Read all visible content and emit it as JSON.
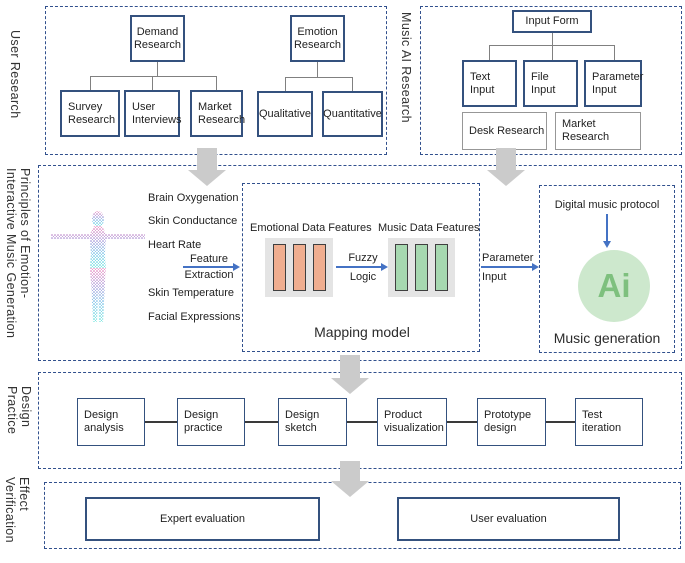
{
  "sections": {
    "user_research": {
      "label": "User Research",
      "demand": {
        "root": "Demand Research",
        "children": [
          "Survey Research",
          "User Interviews",
          "Market Research"
        ]
      },
      "emotion": {
        "root": "Emotion Research",
        "children": [
          "Qualitative",
          "Quantitative"
        ]
      }
    },
    "music_ai": {
      "label": "Music AI Research",
      "input_form": "Input Form",
      "inputs": [
        "Text Input",
        "File Input",
        "Parameter Input"
      ],
      "research_boxes": [
        "Desk Research",
        "Market Research"
      ]
    },
    "principles": {
      "label_lines": [
        "Principles of Emotion-",
        "Interactive Music Generation"
      ],
      "biometrics": [
        "Brain Oxygenation",
        "Skin Conductance",
        "Heart Rate",
        "Skin Temperature",
        "Facial Expressions"
      ],
      "feature_extraction": {
        "line1": "Feature",
        "line2": "Extraction"
      },
      "mapping": {
        "title": "Mapping model",
        "left_label": "Emotional Data Features",
        "right_label": "Music Data Features",
        "fuzzy": {
          "line1": "Fuzzy",
          "line2": "Logic"
        }
      },
      "parameter": {
        "line1": "Parameter",
        "line2": "Input"
      },
      "music_generation": {
        "title": "Music generation",
        "protocol": "Digital music protocol",
        "ai": "Ai"
      }
    },
    "design": {
      "label_lines": [
        "Design",
        "Practice"
      ],
      "steps": [
        "Design analysis",
        "Design practice",
        "Design sketch",
        "Product visualization",
        "Prototype design",
        "Test iteration"
      ]
    },
    "effect": {
      "label_lines": [
        "Effect",
        "Verification"
      ],
      "boxes": [
        "Expert evaluation",
        "User evaluation"
      ]
    }
  },
  "colors": {
    "dashed_border": "#31508d",
    "box_border": "#34517e",
    "gray_box_border": "#979797",
    "block_arrow": "#cbcbcb",
    "blue_arrow": "#4472c4",
    "orange_bar": "#f0ae90",
    "green_bar": "#a6d8b0",
    "bar_bg": "#e4e4e4",
    "ai_circle_bg": "#cde8cd",
    "ai_text": "#7ec07e",
    "body_gradient_top": "#e766ab",
    "body_gradient_bottom": "#3edcd3"
  }
}
